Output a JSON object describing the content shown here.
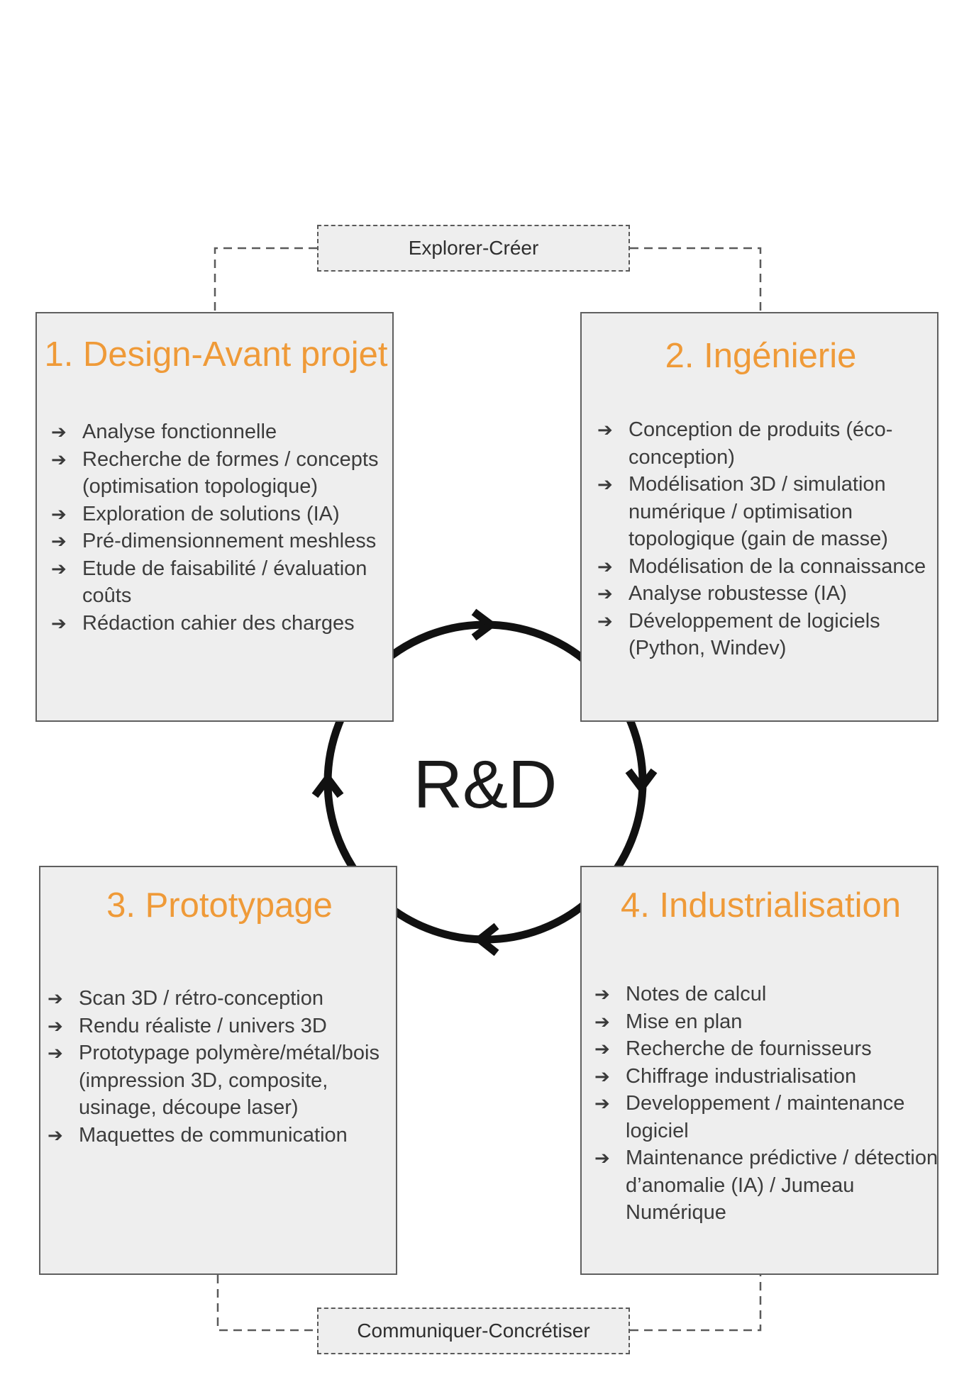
{
  "center_label": "R&D",
  "accent_color": "#ef9a38",
  "top_phase_label": "Explorer-Créer",
  "bottom_phase_label": "Communiquer-Concrétiser",
  "arrow_icon": "arrow-right-icon",
  "boxes": [
    {
      "title": "1. Design-Avant projet",
      "items": [
        "Analyse fonctionnelle",
        "Recherche de formes / concepts (optimisation topologique)",
        "Exploration de solutions (IA)",
        "Pré-dimensionnement meshless",
        "Etude de faisabilité / évaluation coûts",
        "Rédaction cahier des charges"
      ]
    },
    {
      "title": "2. Ingénierie",
      "items": [
        "Conception de produits (éco-conception)",
        "Modélisation 3D / simulation numérique / optimisation topologique (gain de masse)",
        "Modélisation de la connaissance",
        "Analyse robustesse (IA)",
        "Développement de logiciels (Python, Windev)"
      ]
    },
    {
      "title": "3. Prototypage",
      "items": [
        "Scan 3D / rétro-conception",
        "Rendu réaliste / univers 3D",
        "Prototypage polymère/métal/bois (impression 3D, composite, usinage, découpe laser)",
        "Maquettes de communication"
      ]
    },
    {
      "title": "4. Industrialisation",
      "items": [
        "Notes de calcul",
        "Mise en plan",
        "Recherche de fournisseurs",
        "Chiffrage industrialisation",
        "Developpement / maintenance logiciel",
        "Maintenance prédictive / détection d’anomalie (IA) / Jumeau Numérique"
      ]
    }
  ]
}
